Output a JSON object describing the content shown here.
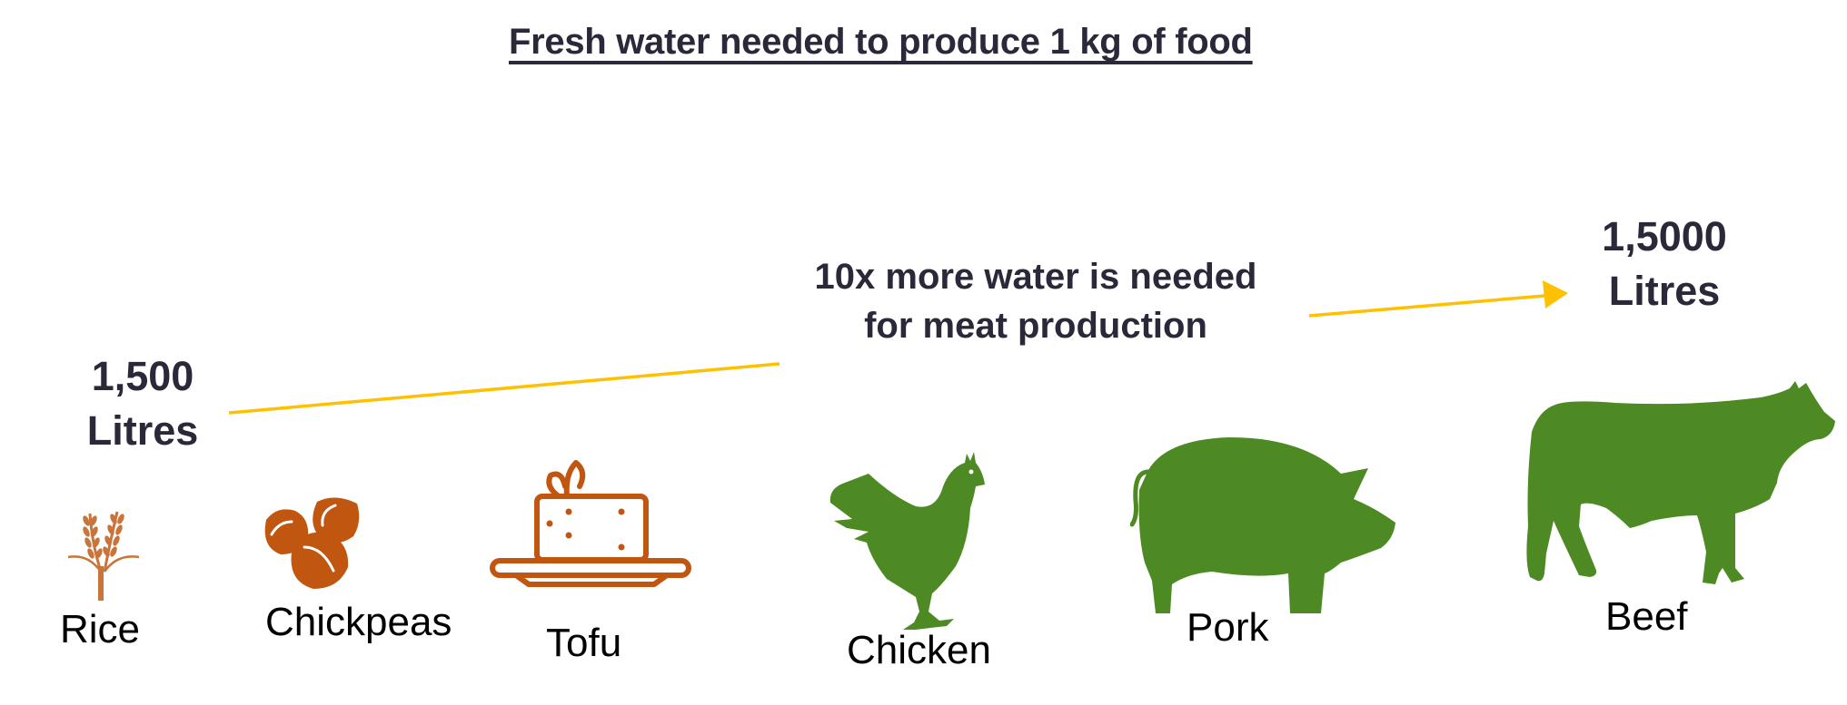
{
  "title": "Fresh water needed to produce 1 kg of food",
  "left_value": {
    "amount": "1,500",
    "unit": "Litres"
  },
  "right_value": {
    "amount": "1,5000",
    "unit": "Litres"
  },
  "annotation": {
    "line1": "10x more water is needed",
    "line2": "for meat production"
  },
  "colors": {
    "text": "#2b2839",
    "arrow": "#ffc000",
    "plant": "#c0560f",
    "meat": "#4e8a24"
  },
  "foods": [
    {
      "label": "Rice",
      "icon": "wheat-icon",
      "group": "plant"
    },
    {
      "label": "Chickpeas",
      "icon": "chickpeas-icon",
      "group": "plant"
    },
    {
      "label": "Tofu",
      "icon": "tofu-icon",
      "group": "plant"
    },
    {
      "label": "Chicken",
      "icon": "chicken-icon",
      "group": "meat"
    },
    {
      "label": "Pork",
      "icon": "pig-icon",
      "group": "meat"
    },
    {
      "label": "Beef",
      "icon": "cow-icon",
      "group": "meat"
    }
  ],
  "chart_data": {
    "type": "table",
    "title": "Fresh water needed to produce 1 kg of food",
    "categories": [
      "Rice",
      "Chickpeas",
      "Tofu",
      "Chicken",
      "Pork",
      "Beef"
    ],
    "annotations": [
      "1,500 Litres (plant-based)",
      "1,5000 Litres (meat)",
      "10x more water is needed for meat production"
    ],
    "values": {
      "plant_based_litres": 1500,
      "meat_litres_as_labeled": "1,5000"
    }
  }
}
